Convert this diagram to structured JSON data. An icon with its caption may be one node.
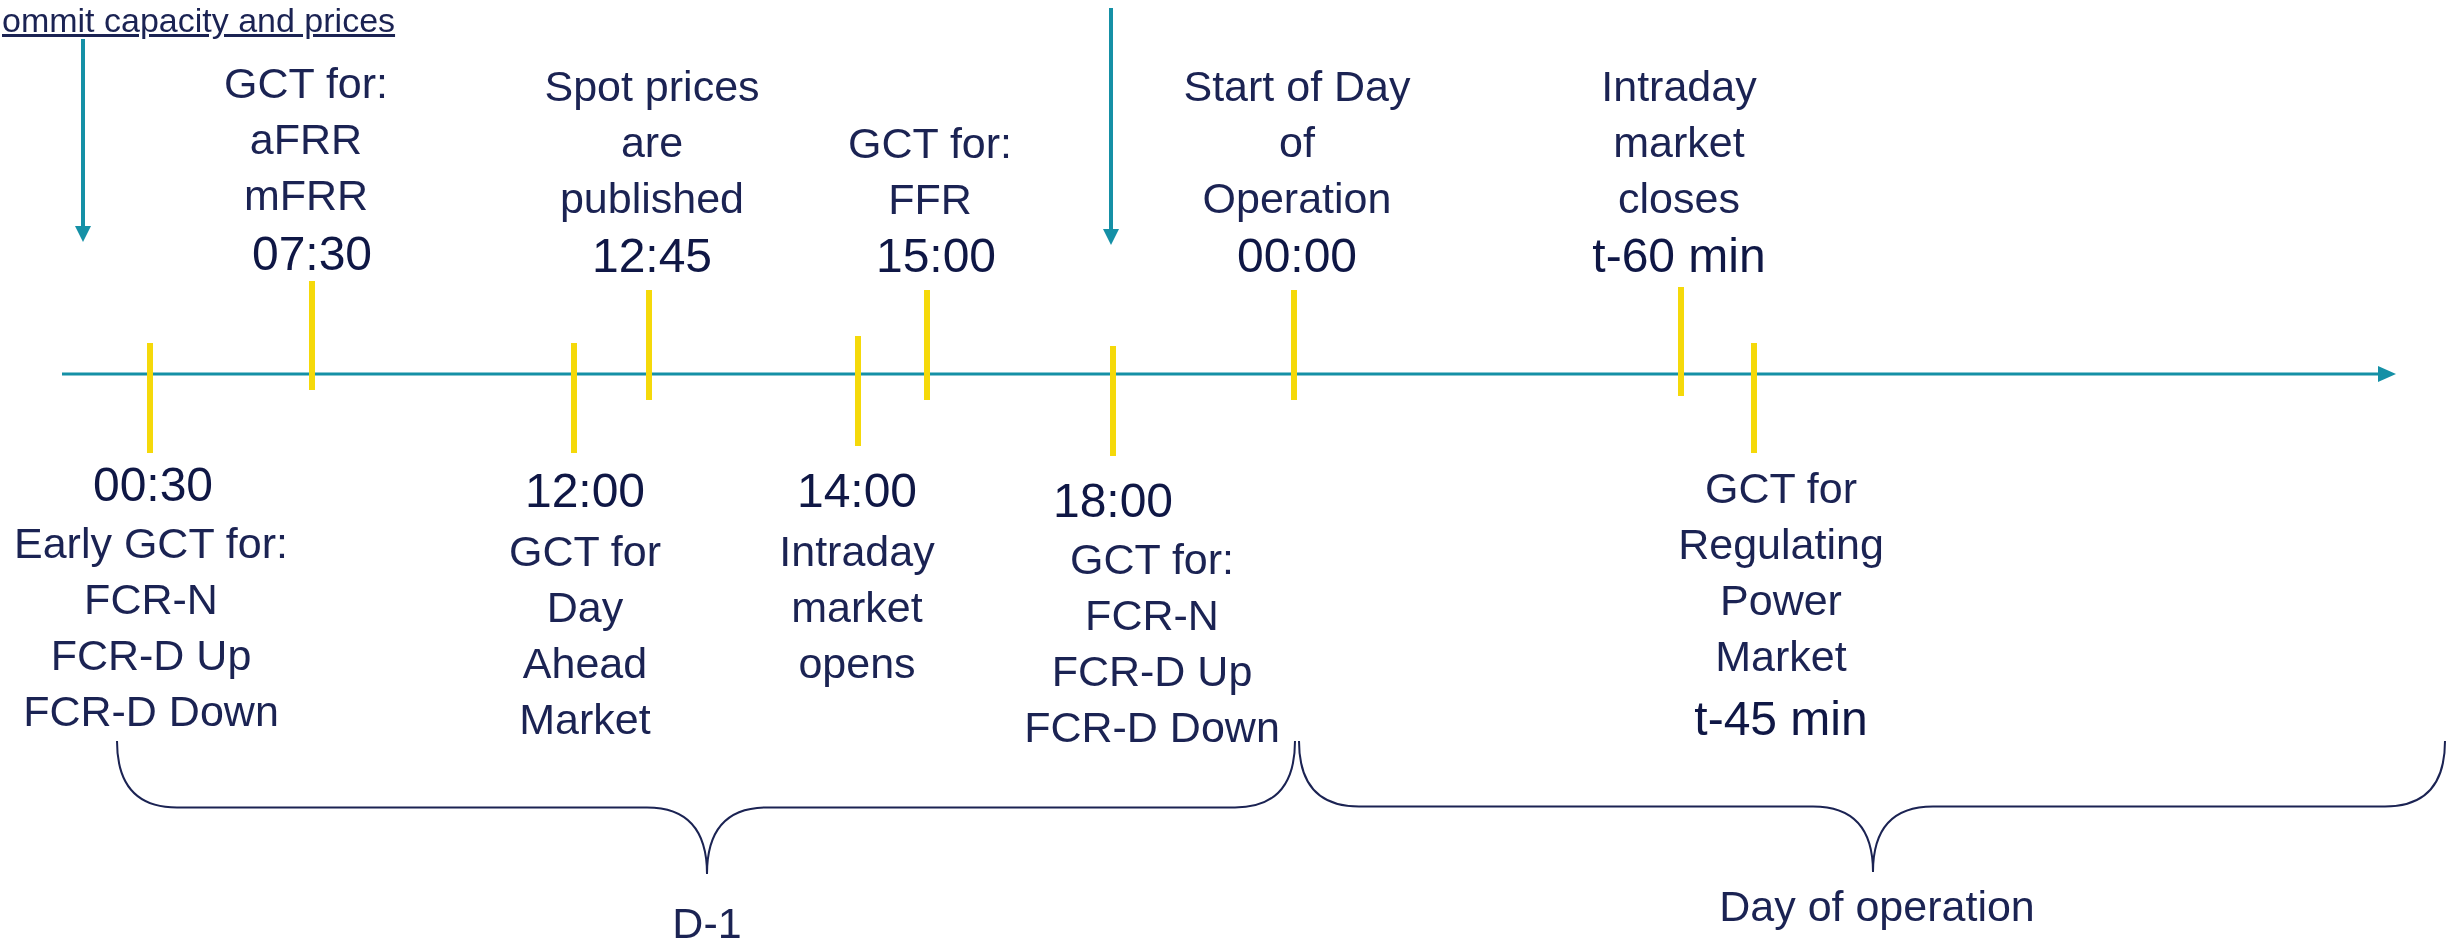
{
  "diagram": {
    "labels": [
      "ommit capacity and prices",
      "GCT for: aFRR mFRR",
      "07:30",
      "Spot prices are published",
      "12:45",
      "GCT for: FFR",
      "15:00",
      "Start of Day of Operation",
      "00:00",
      "Intraday market closes",
      "t-60 min",
      "00:30",
      "Early GCT for: FCR-N FCR-D Up FCR-D Down",
      "12:00",
      "GCT for Day Ahead Market",
      "14:00",
      "Intraday market opens",
      "18:00",
      "GCT for: FCR-N FCR-D Up FCR-D Down",
      "GCT for Regulating Power Market",
      "t-45 min",
      "D-1",
      "Day of operation"
    ]
  }
}
